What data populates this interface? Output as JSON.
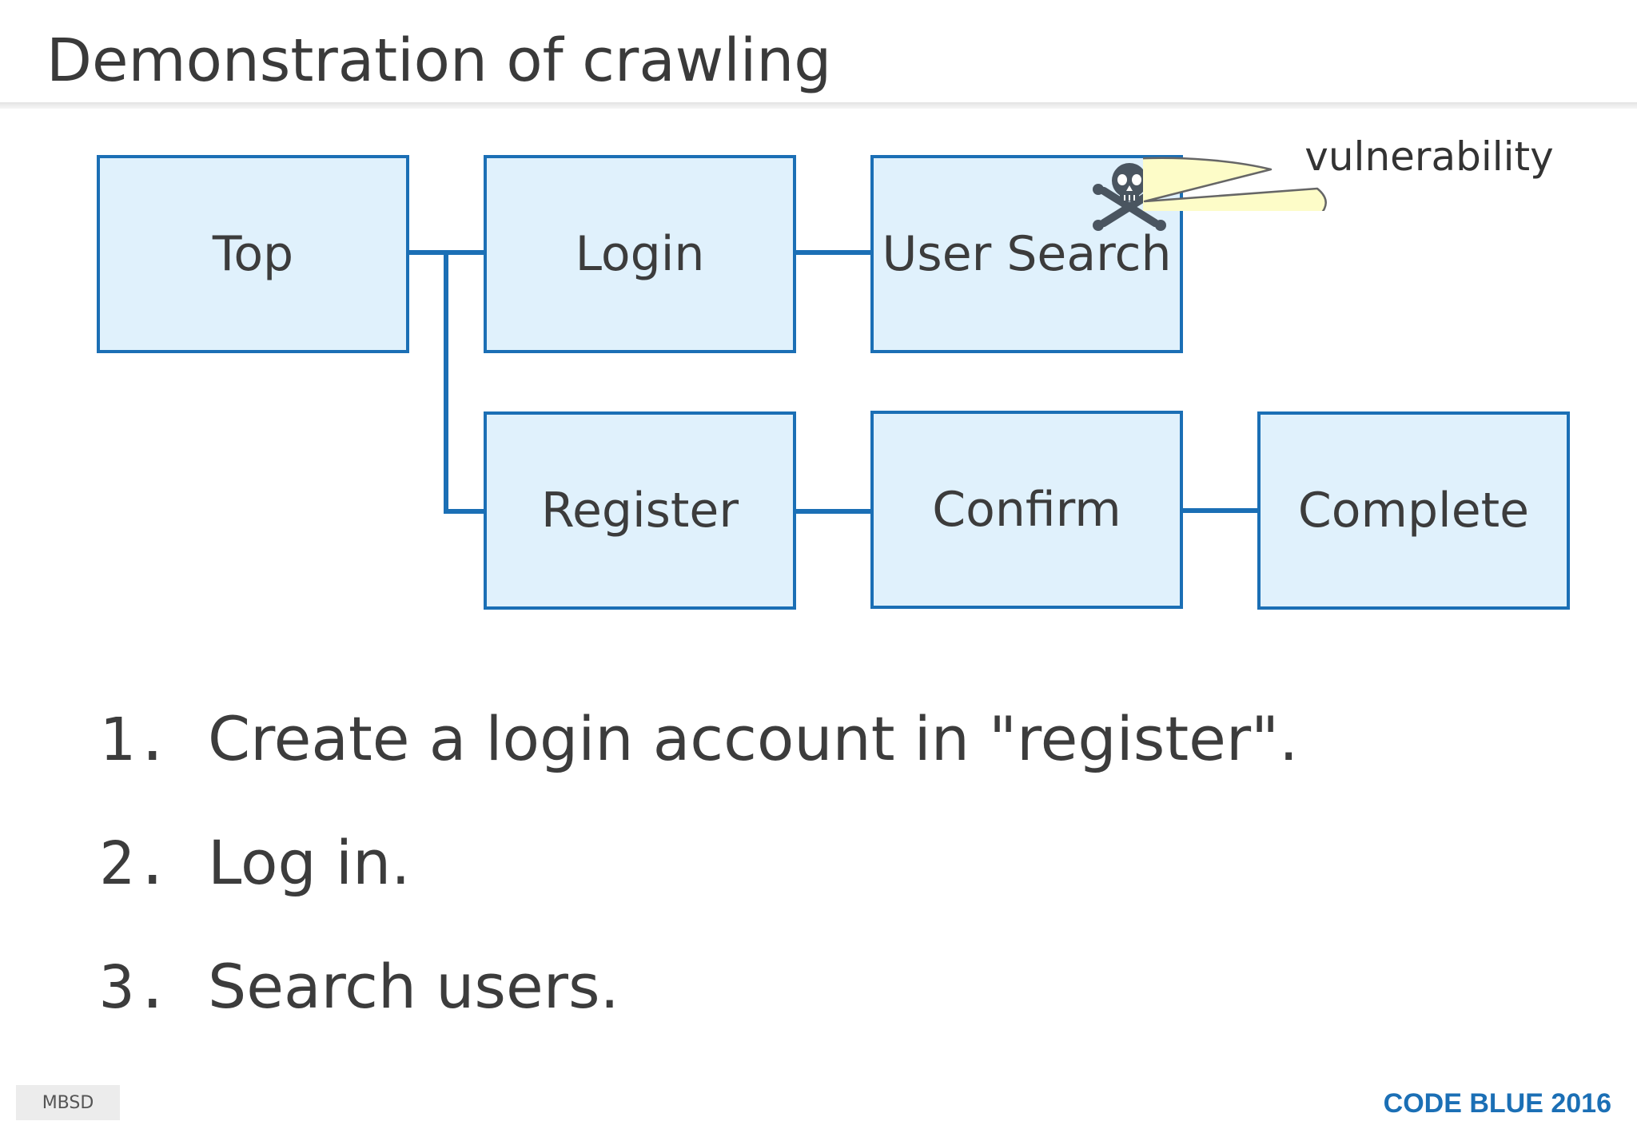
{
  "title": "Demonstration of crawling",
  "diagram": {
    "nodes": {
      "top": "Top",
      "login": "Login",
      "user_search": "User Search",
      "register": "Register",
      "confirm": "Confirm",
      "complete": "Complete"
    },
    "callout": "vulnerability",
    "icon": "skull-crossbones-icon",
    "colors": {
      "node_fill": "#e0f1fc",
      "node_border": "#1b6fb5",
      "callout_fill": "#fdfcc8"
    }
  },
  "steps": [
    {
      "num": "1.",
      "text": "Create a login account in \"register\"."
    },
    {
      "num": "2.",
      "text": "Log in."
    },
    {
      "num": "3.",
      "text": "Search users."
    }
  ],
  "footer": {
    "badge": "MBSD",
    "brand": "CODE BLUE 2016"
  }
}
